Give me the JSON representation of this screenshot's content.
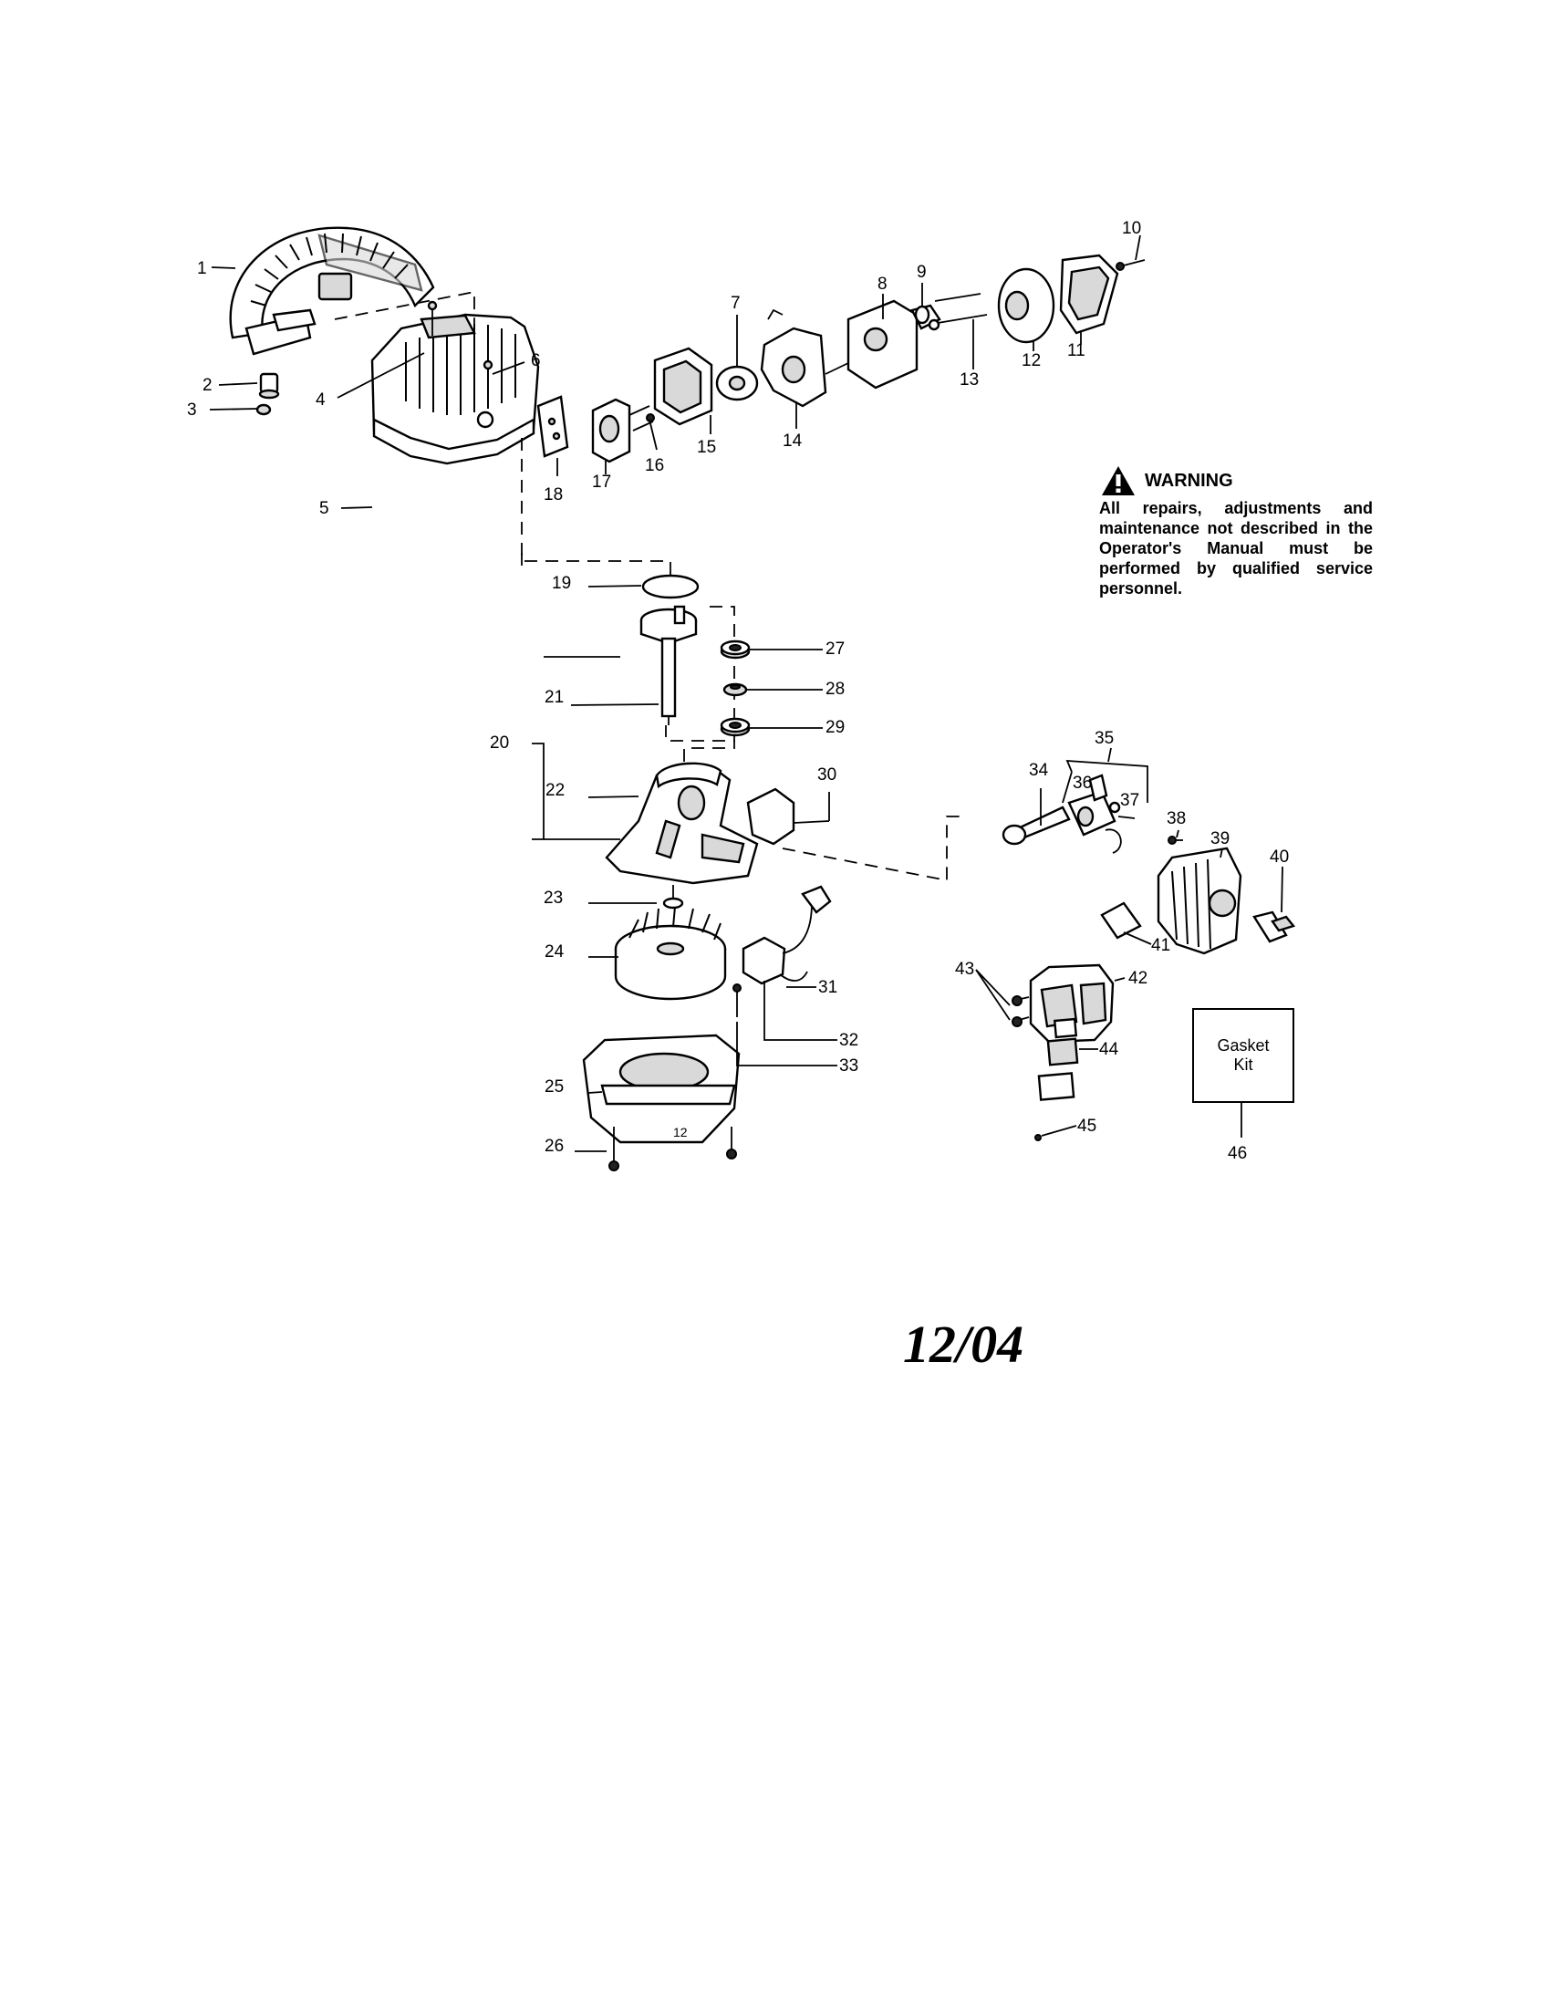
{
  "callouts": {
    "p1": "1",
    "p2": "2",
    "p3": "3",
    "p4": "4",
    "p5": "5",
    "p6": "6",
    "p7": "7",
    "p8": "8",
    "p9": "9",
    "p10": "10",
    "p11": "11",
    "p12": "12",
    "p13": "13",
    "p14": "14",
    "p15": "15",
    "p16": "16",
    "p17": "17",
    "p18": "18",
    "p19": "19",
    "p20": "20",
    "p21": "21",
    "p22": "22",
    "p23": "23",
    "p24": "24",
    "p25": "25",
    "p26": "26",
    "p27": "27",
    "p28": "28",
    "p29": "29",
    "p30": "30",
    "p31": "31",
    "p32": "32",
    "p33": "33",
    "p34": "34",
    "p35": "35",
    "p36": "36",
    "p37": "37",
    "p38": "38",
    "p39": "39",
    "p40": "40",
    "p41": "41",
    "p42": "42",
    "p43": "43",
    "p44": "44",
    "p45": "45",
    "p46": "46"
  },
  "warning": {
    "title": "WARNING",
    "text": "All repairs, adjustments and maintenance not described in the Operator's Manual must be performed by qualified service personnel."
  },
  "gasket_kit": {
    "line1": "Gasket",
    "line2": "Kit"
  },
  "date_stamp": "12/04",
  "flywheel_mark": "12"
}
